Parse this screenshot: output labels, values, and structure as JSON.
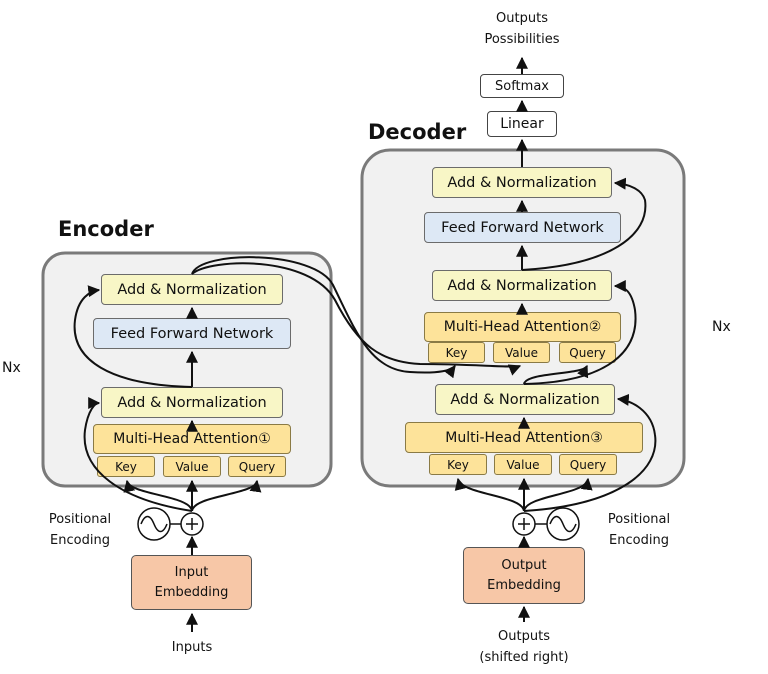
{
  "title": {
    "encoder": "Encoder",
    "decoder": "Decoder"
  },
  "encoder": {
    "add_norm_top": "Add & Normalization",
    "ffn": "Feed Forward Network",
    "add_norm_bottom": "Add & Normalization",
    "mha": "Multi-Head Attention①",
    "key": "Key",
    "value": "Value",
    "query": "Query",
    "repeat": "Nx"
  },
  "decoder": {
    "add_norm_top": "Add & Normalization",
    "ffn": "Feed Forward Network",
    "add_norm_mid": "Add & Normalization",
    "mha2": "Multi-Head Attention②",
    "key2": "Key",
    "value2": "Value",
    "query2": "Query",
    "add_norm_bottom": "Add & Normalization",
    "mha3": "Multi-Head Attention③",
    "key3": "Key",
    "value3": "Value",
    "query3": "Query",
    "repeat": "Nx"
  },
  "output": {
    "linear": "Linear",
    "softmax": "Softmax",
    "label_line1": "Outputs",
    "label_line2": "Possibilities"
  },
  "encoder_input": {
    "positional_line1": "Positional",
    "positional_line2": "Encoding",
    "embedding_line1": "Input",
    "embedding_line2": "Embedding",
    "inputs": "Inputs",
    "plus": "+"
  },
  "decoder_input": {
    "positional_line1": "Positional",
    "positional_line2": "Encoding",
    "embedding_line1": "Output",
    "embedding_line2": "Embedding",
    "outputs_line1": "Outputs",
    "outputs_line2": "(shifted right)",
    "plus": "+"
  },
  "colors": {
    "add_norm": "#f8f6c6",
    "ffn": "#dde8f5",
    "attention": "#fde39a",
    "embedding": "#f7c7a7",
    "container": "#f1f1f1",
    "container_border": "#7a7a7a"
  },
  "icons": [
    "sine-wave-icon",
    "plus-circle-icon",
    "arrow-icon"
  ]
}
